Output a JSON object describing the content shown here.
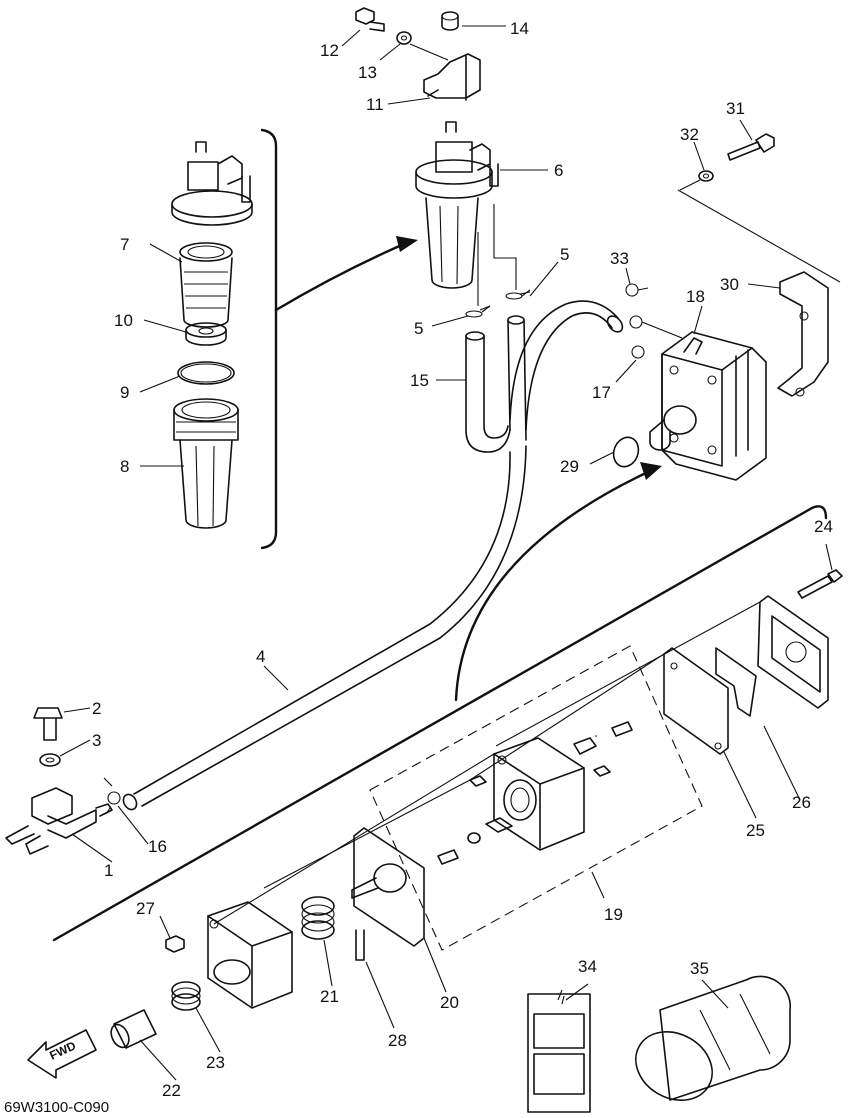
{
  "diagram_code": "69W3100-C090",
  "fwd_label": "FWD",
  "callouts": [
    {
      "id": "c1",
      "label": "1"
    },
    {
      "id": "c2",
      "label": "2"
    },
    {
      "id": "c3",
      "label": "3"
    },
    {
      "id": "c4",
      "label": "4"
    },
    {
      "id": "c5a",
      "label": "5"
    },
    {
      "id": "c5b",
      "label": "5"
    },
    {
      "id": "c6",
      "label": "6"
    },
    {
      "id": "c7",
      "label": "7"
    },
    {
      "id": "c8",
      "label": "8"
    },
    {
      "id": "c9",
      "label": "9"
    },
    {
      "id": "c10",
      "label": "10"
    },
    {
      "id": "c11",
      "label": "11"
    },
    {
      "id": "c12",
      "label": "12"
    },
    {
      "id": "c13",
      "label": "13"
    },
    {
      "id": "c14",
      "label": "14"
    },
    {
      "id": "c15",
      "label": "15"
    },
    {
      "id": "c16",
      "label": "16"
    },
    {
      "id": "c17",
      "label": "17"
    },
    {
      "id": "c18",
      "label": "18"
    },
    {
      "id": "c19",
      "label": "19"
    },
    {
      "id": "c20",
      "label": "20"
    },
    {
      "id": "c21",
      "label": "21"
    },
    {
      "id": "c22",
      "label": "22"
    },
    {
      "id": "c23",
      "label": "23"
    },
    {
      "id": "c24",
      "label": "24"
    },
    {
      "id": "c25",
      "label": "25"
    },
    {
      "id": "c26",
      "label": "26"
    },
    {
      "id": "c27",
      "label": "27"
    },
    {
      "id": "c28",
      "label": "28"
    },
    {
      "id": "c29",
      "label": "29"
    },
    {
      "id": "c30",
      "label": "30"
    },
    {
      "id": "c31",
      "label": "31"
    },
    {
      "id": "c32",
      "label": "32"
    },
    {
      "id": "c33",
      "label": "33"
    },
    {
      "id": "c34",
      "label": "34"
    },
    {
      "id": "c35",
      "label": "35"
    }
  ]
}
